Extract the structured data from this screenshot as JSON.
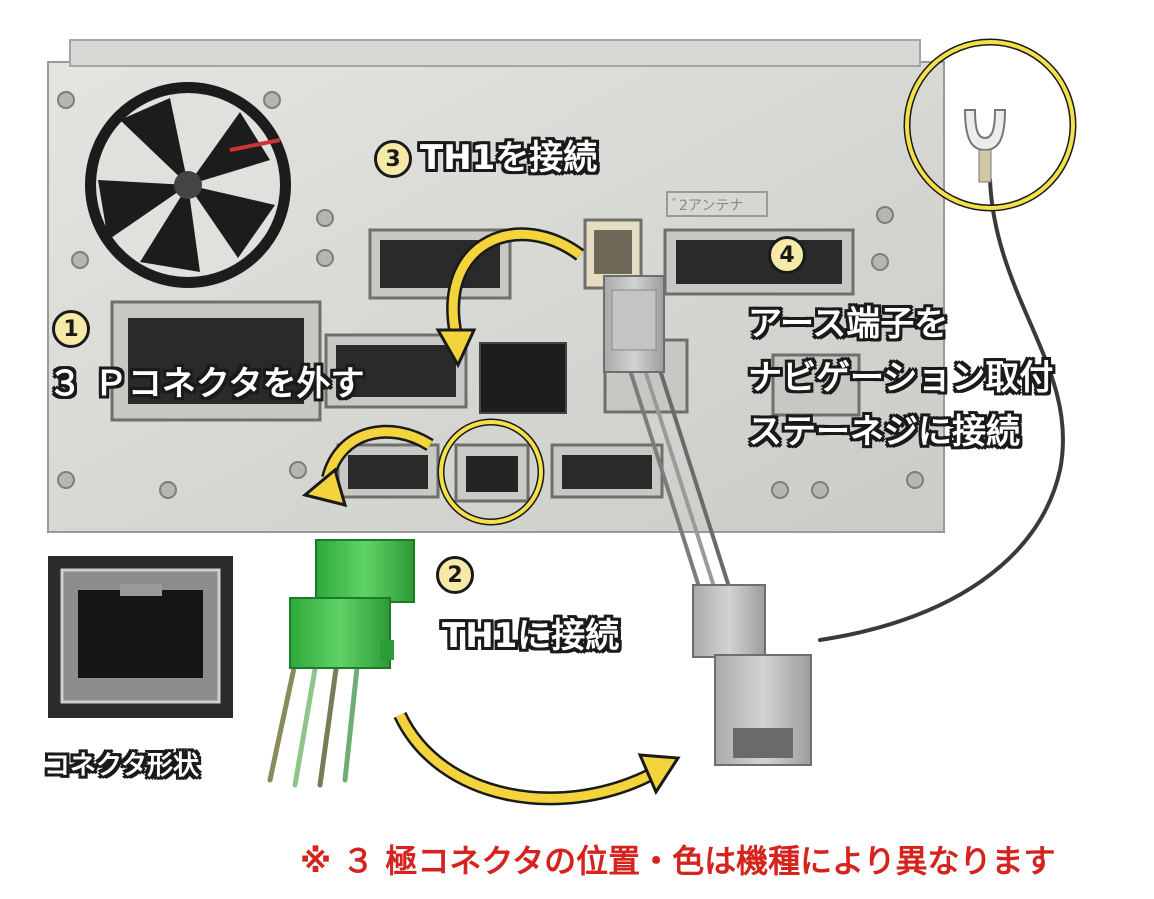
{
  "step1": {
    "number": "1",
    "text": "３ Ｐコネクタを外す"
  },
  "step2": {
    "number": "2",
    "text": "TH1に接続"
  },
  "step3": {
    "number": "3",
    "text": "TH1を接続"
  },
  "step4": {
    "number": "4",
    "lines": [
      "アース端子を",
      "ナビゲーション取付",
      "ステーネジに接続"
    ]
  },
  "antenna_label": "ﾞ2アンテナ",
  "connector_shape_label": "コネクタ形状",
  "footnote": "※ ３ 極コネクタの位置・色は機種により異なります",
  "colors": {
    "highlight_circle": "#f5e04a",
    "arrow": "#f3d43c",
    "footnote": "#d4241d",
    "unit_body": "#d9d9d6",
    "green_connector": "#3fbf4a",
    "gray_connector": "#bcbcbc"
  }
}
